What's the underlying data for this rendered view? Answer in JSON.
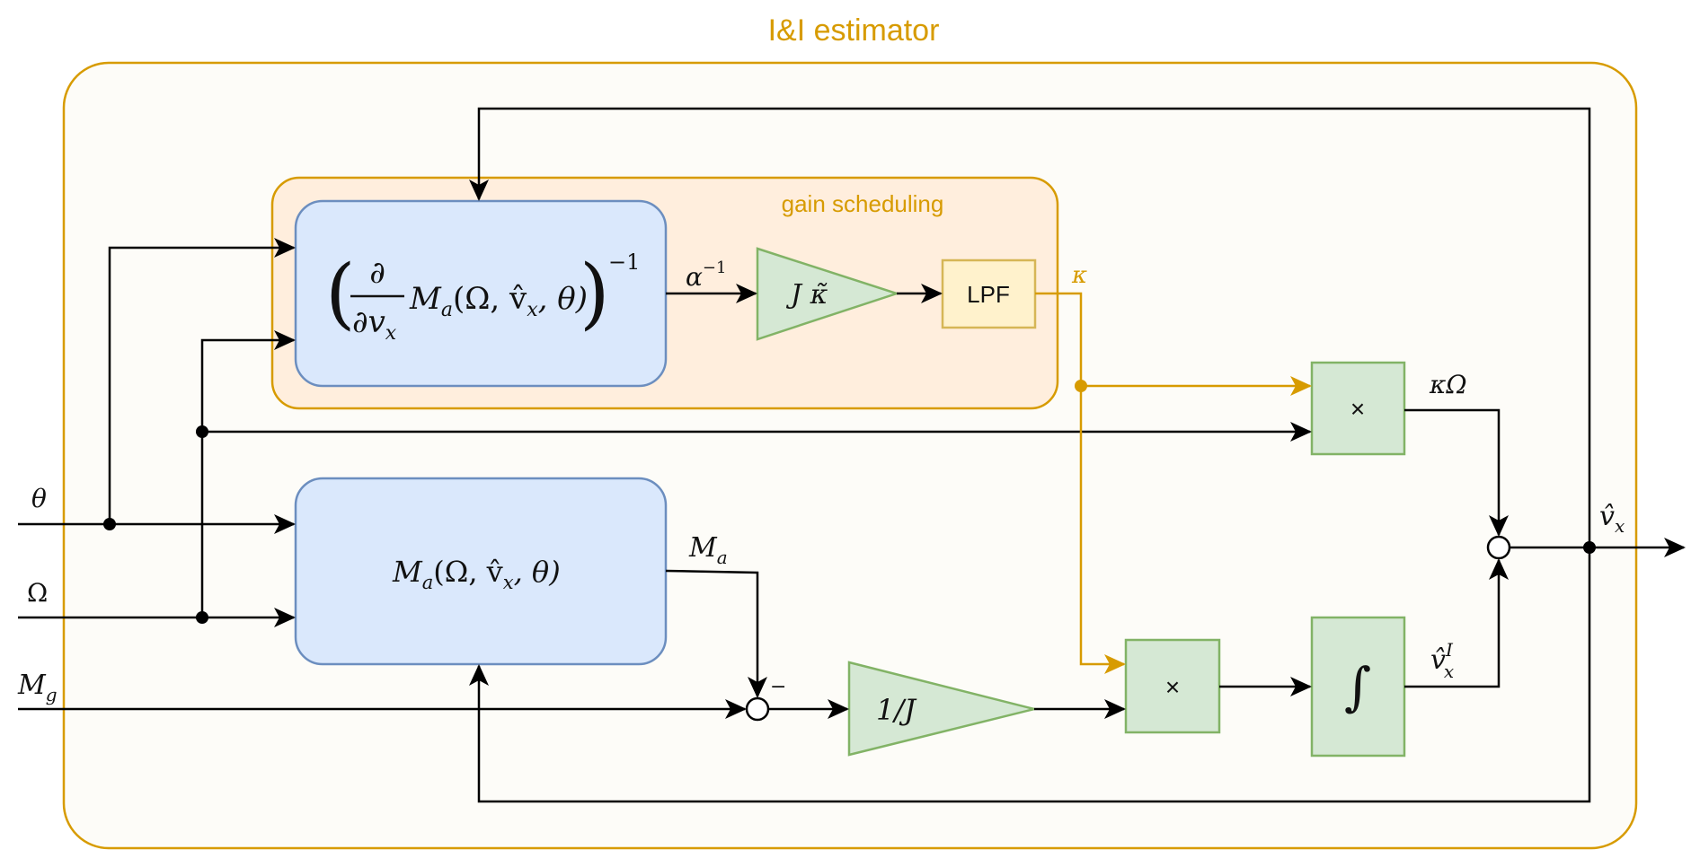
{
  "title": "I&I estimator",
  "colors": {
    "accent": "#d79b00",
    "outer_fill": "#fdfcf8",
    "gain_fill": "#ffeedd",
    "blue_fill": "#dae8fc",
    "blue_stroke": "#6c8ebf",
    "green_fill": "#d5e8d4",
    "green_stroke": "#82b366",
    "lpf_fill": "#fff2cc",
    "lpf_stroke": "#d6b656"
  },
  "groups": {
    "gain_scheduling": "gain scheduling"
  },
  "blocks": {
    "inverse_jacobian": {
      "partial": "∂",
      "denominator": "∂v",
      "denominator_sub": "x",
      "body": "M",
      "body_sub": "a",
      "args": "(Ω, v̂",
      "args_sub": "x",
      "args_end": ", θ)",
      "exponent": "−1"
    },
    "gain_jk": "J κ̃",
    "lpf": "LPF",
    "multiply_1": "×",
    "multiply_2": "×",
    "integrator": "∫",
    "gain_inv_j": "1/J",
    "aero_model": {
      "body": "M",
      "body_sub": "a",
      "args": "(Ω, v̂",
      "args_sub": "x",
      "args_end": ", θ)"
    }
  },
  "signals": {
    "theta": "θ",
    "omega": "Ω",
    "mg": "M",
    "mg_sub": "g",
    "alpha_inv": "α",
    "alpha_inv_sup": "−1",
    "kappa": "κ",
    "kappa_omega": "κΩ",
    "ma": "M",
    "ma_sub": "a",
    "minus_sign": "−",
    "vx_hat": "v̂",
    "vx_hat_sub": "x",
    "vxi_hat": "v̂",
    "vxi_hat_sub": "x",
    "vxi_hat_sup": "I"
  }
}
